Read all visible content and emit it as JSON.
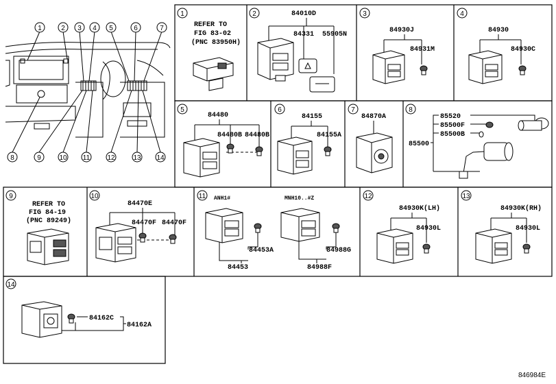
{
  "overview": {
    "callouts": [
      "1",
      "2",
      "3",
      "4",
      "5",
      "6",
      "7",
      "8",
      "9",
      "10",
      "11",
      "12",
      "13",
      "14"
    ]
  },
  "panels": [
    {
      "num": "1",
      "ref_lines": [
        "REFER TO",
        "FIG 83-02",
        "(PNC 83950H)"
      ]
    },
    {
      "num": "2",
      "parts": [
        "84010D",
        "84331",
        "55905N"
      ]
    },
    {
      "num": "3",
      "parts": [
        "84930J",
        "84931M"
      ]
    },
    {
      "num": "4",
      "parts": [
        "84930",
        "84930C"
      ]
    },
    {
      "num": "5",
      "parts": [
        "84480",
        "84480B",
        "84480B"
      ]
    },
    {
      "num": "6",
      "parts": [
        "84155",
        "84155A"
      ]
    },
    {
      "num": "7",
      "parts": [
        "84870A"
      ]
    },
    {
      "num": "8",
      "parts": [
        "85520",
        "85500F",
        "85500B",
        "85500"
      ]
    },
    {
      "num": "9",
      "ref_lines": [
        "REFER TO",
        "FIG 84-19",
        "(PNC 89249)"
      ]
    },
    {
      "num": "10",
      "parts": [
        "84470E",
        "84470F",
        "84470F"
      ]
    },
    {
      "num": "11",
      "variants": [
        "ANH1#",
        "MNH10..#Z"
      ],
      "parts": [
        "84453A",
        "84453",
        "84988G",
        "84988F"
      ]
    },
    {
      "num": "12",
      "parts": [
        "84930K(LH)",
        "84930L"
      ]
    },
    {
      "num": "13",
      "parts": [
        "84930K(RH)",
        "84930L"
      ]
    },
    {
      "num": "14",
      "parts": [
        "84162C",
        "84162A"
      ]
    }
  ],
  "drawing_id": "846984E"
}
